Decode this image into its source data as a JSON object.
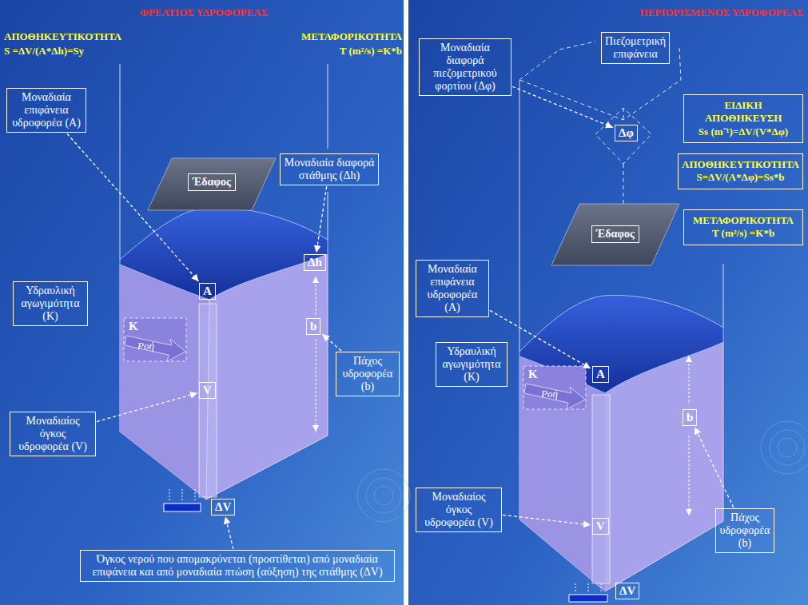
{
  "diagram": {
    "nodes": [
      {
        "text": [
          "Έδαφος"
        ]
      },
      {
        "text": [
          "Μοναδιαία επιφάνεια υδροφορέα (A)"
        ]
      },
      {
        "text": [
          "Μοναδιαία διαφορά στάθμης (Δh)"
        ]
      },
      {
        "text": [
          "A"
        ]
      },
      {
        "text": [
          "Δh"
        ]
      },
      {
        "text": [
          "Υδραυλική αγωγιμότητα (K)"
        ]
      },
      {
        "text": [
          "b"
        ]
      },
      {
        "text": [
          "Πάχος υδροφορέα (b)"
        ]
      },
      {
        "text": [
          "Μοναδιαίος όγκος υδροφορέα (V)"
        ]
      },
      {
        "text": [
          "V"
        ]
      },
      {
        "text": [
          "ΔV"
        ]
      },
      {
        "text": [
          "Όγκος νερού που απομακρύνεται (προστίθεται) από μοναδιαία επιφάνεια και από μοναδιαία πτώση (αύξηση) της στάθμης (ΔV)"
        ]
      },
      {
        "text": [
          "Μοναδιαία διαφορά πιεζομετρικού φορτίου (Δφ)"
        ]
      },
      {
        "text": [
          "Πιεζομετρική επιφάνεια"
        ]
      },
      {
        "text": [
          "Δφ"
        ]
      },
      {
        "text": [
          "ΕΙΔΙΚΗ ΑΠΟΘΗΚΕΥΣΗ",
          "Ss (m⁻¹)=ΔV/(V*Δφ)"
        ]
      },
      {
        "text": [
          "ΑΠΟΘΗΚΕΥΤΙΚΟΤΗΤΑ",
          "S=ΔV/(A*Δφ)=Ss*b"
        ]
      },
      {
        "text": [
          "ΜΕΤΑΦΟΡΙΚΟΤΗΤΑ",
          "T (m²/s) =K*b"
        ]
      },
      {
        "text": [
          "Έδαφος"
        ]
      },
      {
        "text": [
          "Μοναδιαία επιφάνεια υδροφορέα (A)"
        ]
      },
      {
        "text": [
          "A"
        ]
      },
      {
        "text": [
          "Υδραυλική αγωγιμότητα (K)"
        ]
      },
      {
        "text": [
          "b"
        ]
      },
      {
        "text": [
          "Μοναδιαίος όγκος υδροφορέα (V)"
        ]
      },
      {
        "text": [
          "V"
        ]
      },
      {
        "text": [
          "Πάχος υδροφορέα (b)"
        ]
      },
      {
        "text": [
          "ΔV"
        ]
      }
    ],
    "edges": [
      {
        "from": 1,
        "to": 3,
        "arrow": "to"
      },
      {
        "from": 2,
        "to": 4,
        "arrow": "to"
      },
      {
        "from": 7,
        "to": 6,
        "arrow": "to"
      },
      {
        "from": 8,
        "to": 9,
        "arrow": "to"
      },
      {
        "from": 11,
        "to": 10,
        "arrow": "to"
      },
      {
        "from": 12,
        "to": 14,
        "arrow": "to"
      },
      {
        "from": 19,
        "to": 20,
        "arrow": "to"
      },
      {
        "from": 23,
        "to": 24,
        "arrow": "to"
      },
      {
        "from": 25,
        "to": 22,
        "arrow": "to"
      }
    ],
    "labels": [
      "ΦΡΕΑΤΙΟΣ ΥΔΡΟΦΟΡΕΑΣ",
      "ΑΠΟΘΗΚΕΥΤΙΚΟΤΗΤΑ",
      "S =ΔV/(A*Δh)=Sy",
      "ΜΕΤΑΦΟΡΙΚΟΤΗΤΑ",
      "T (m²/s) =K*b",
      "K",
      "Ροή",
      "ΠΕΡΙΟΡΙΣΜΕΝΟΣ ΥΔΡΟΦΟΡΕΑΣ",
      "K",
      "Ροή"
    ]
  }
}
